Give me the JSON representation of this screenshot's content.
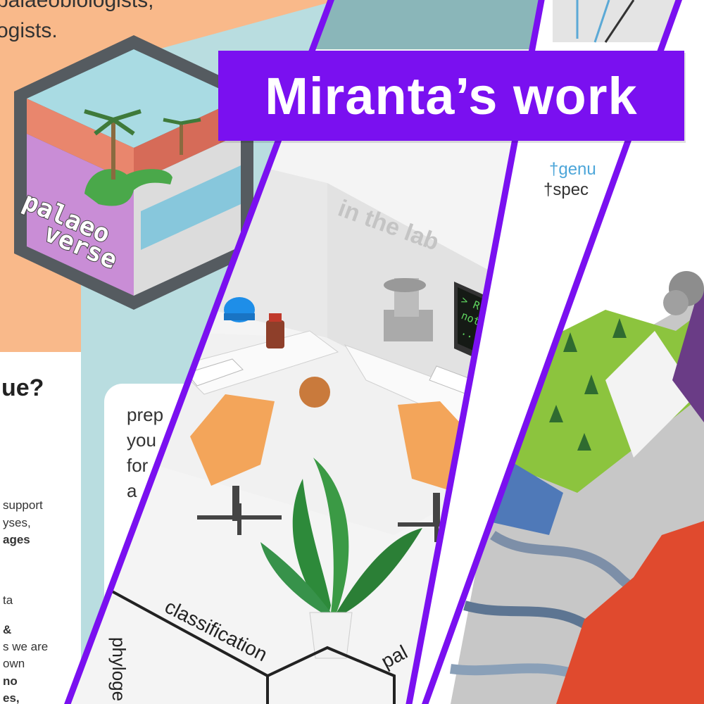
{
  "banner": {
    "title": "Miranta’s work"
  },
  "panel1": {
    "header_line1": "palaeobiologists,",
    "header_line2": "ogists.",
    "logo_line1": "palaeo",
    "logo_line2": "verse",
    "question": "ue?",
    "prep_lines": [
      "prep",
      "you",
      "for",
      "a"
    ],
    "body_lines": [
      {
        "text": "support",
        "bold": false
      },
      {
        "text": "yses,",
        "bold": false
      },
      {
        "text": "ages",
        "bold": true
      },
      {
        "text": "ta",
        "bold": false
      },
      {
        "text": "&",
        "bold": true
      },
      {
        "text": "s we are",
        "bold": false
      },
      {
        "text": "own",
        "bold": false
      },
      {
        "text": "no",
        "bold": true
      },
      {
        "text": "es,",
        "bold": true
      }
    ],
    "hex_label_1": "classification",
    "hex_label_2": "phyloge",
    "hex_label_3": "pal"
  },
  "panel2": {
    "wall_label": "in the lab",
    "monitor_lines": [
      "> R code",
      "not workin",
      "..."
    ]
  },
  "panel3": {
    "genus_label": "†genu",
    "species_label": "†spec"
  },
  "colors": {
    "accent": "#7a10f0",
    "panel_orange": "#f9b98a",
    "panel_teal": "#b9dde0",
    "lab_wall": "#eeeeee",
    "chair": "#f3a55a"
  }
}
